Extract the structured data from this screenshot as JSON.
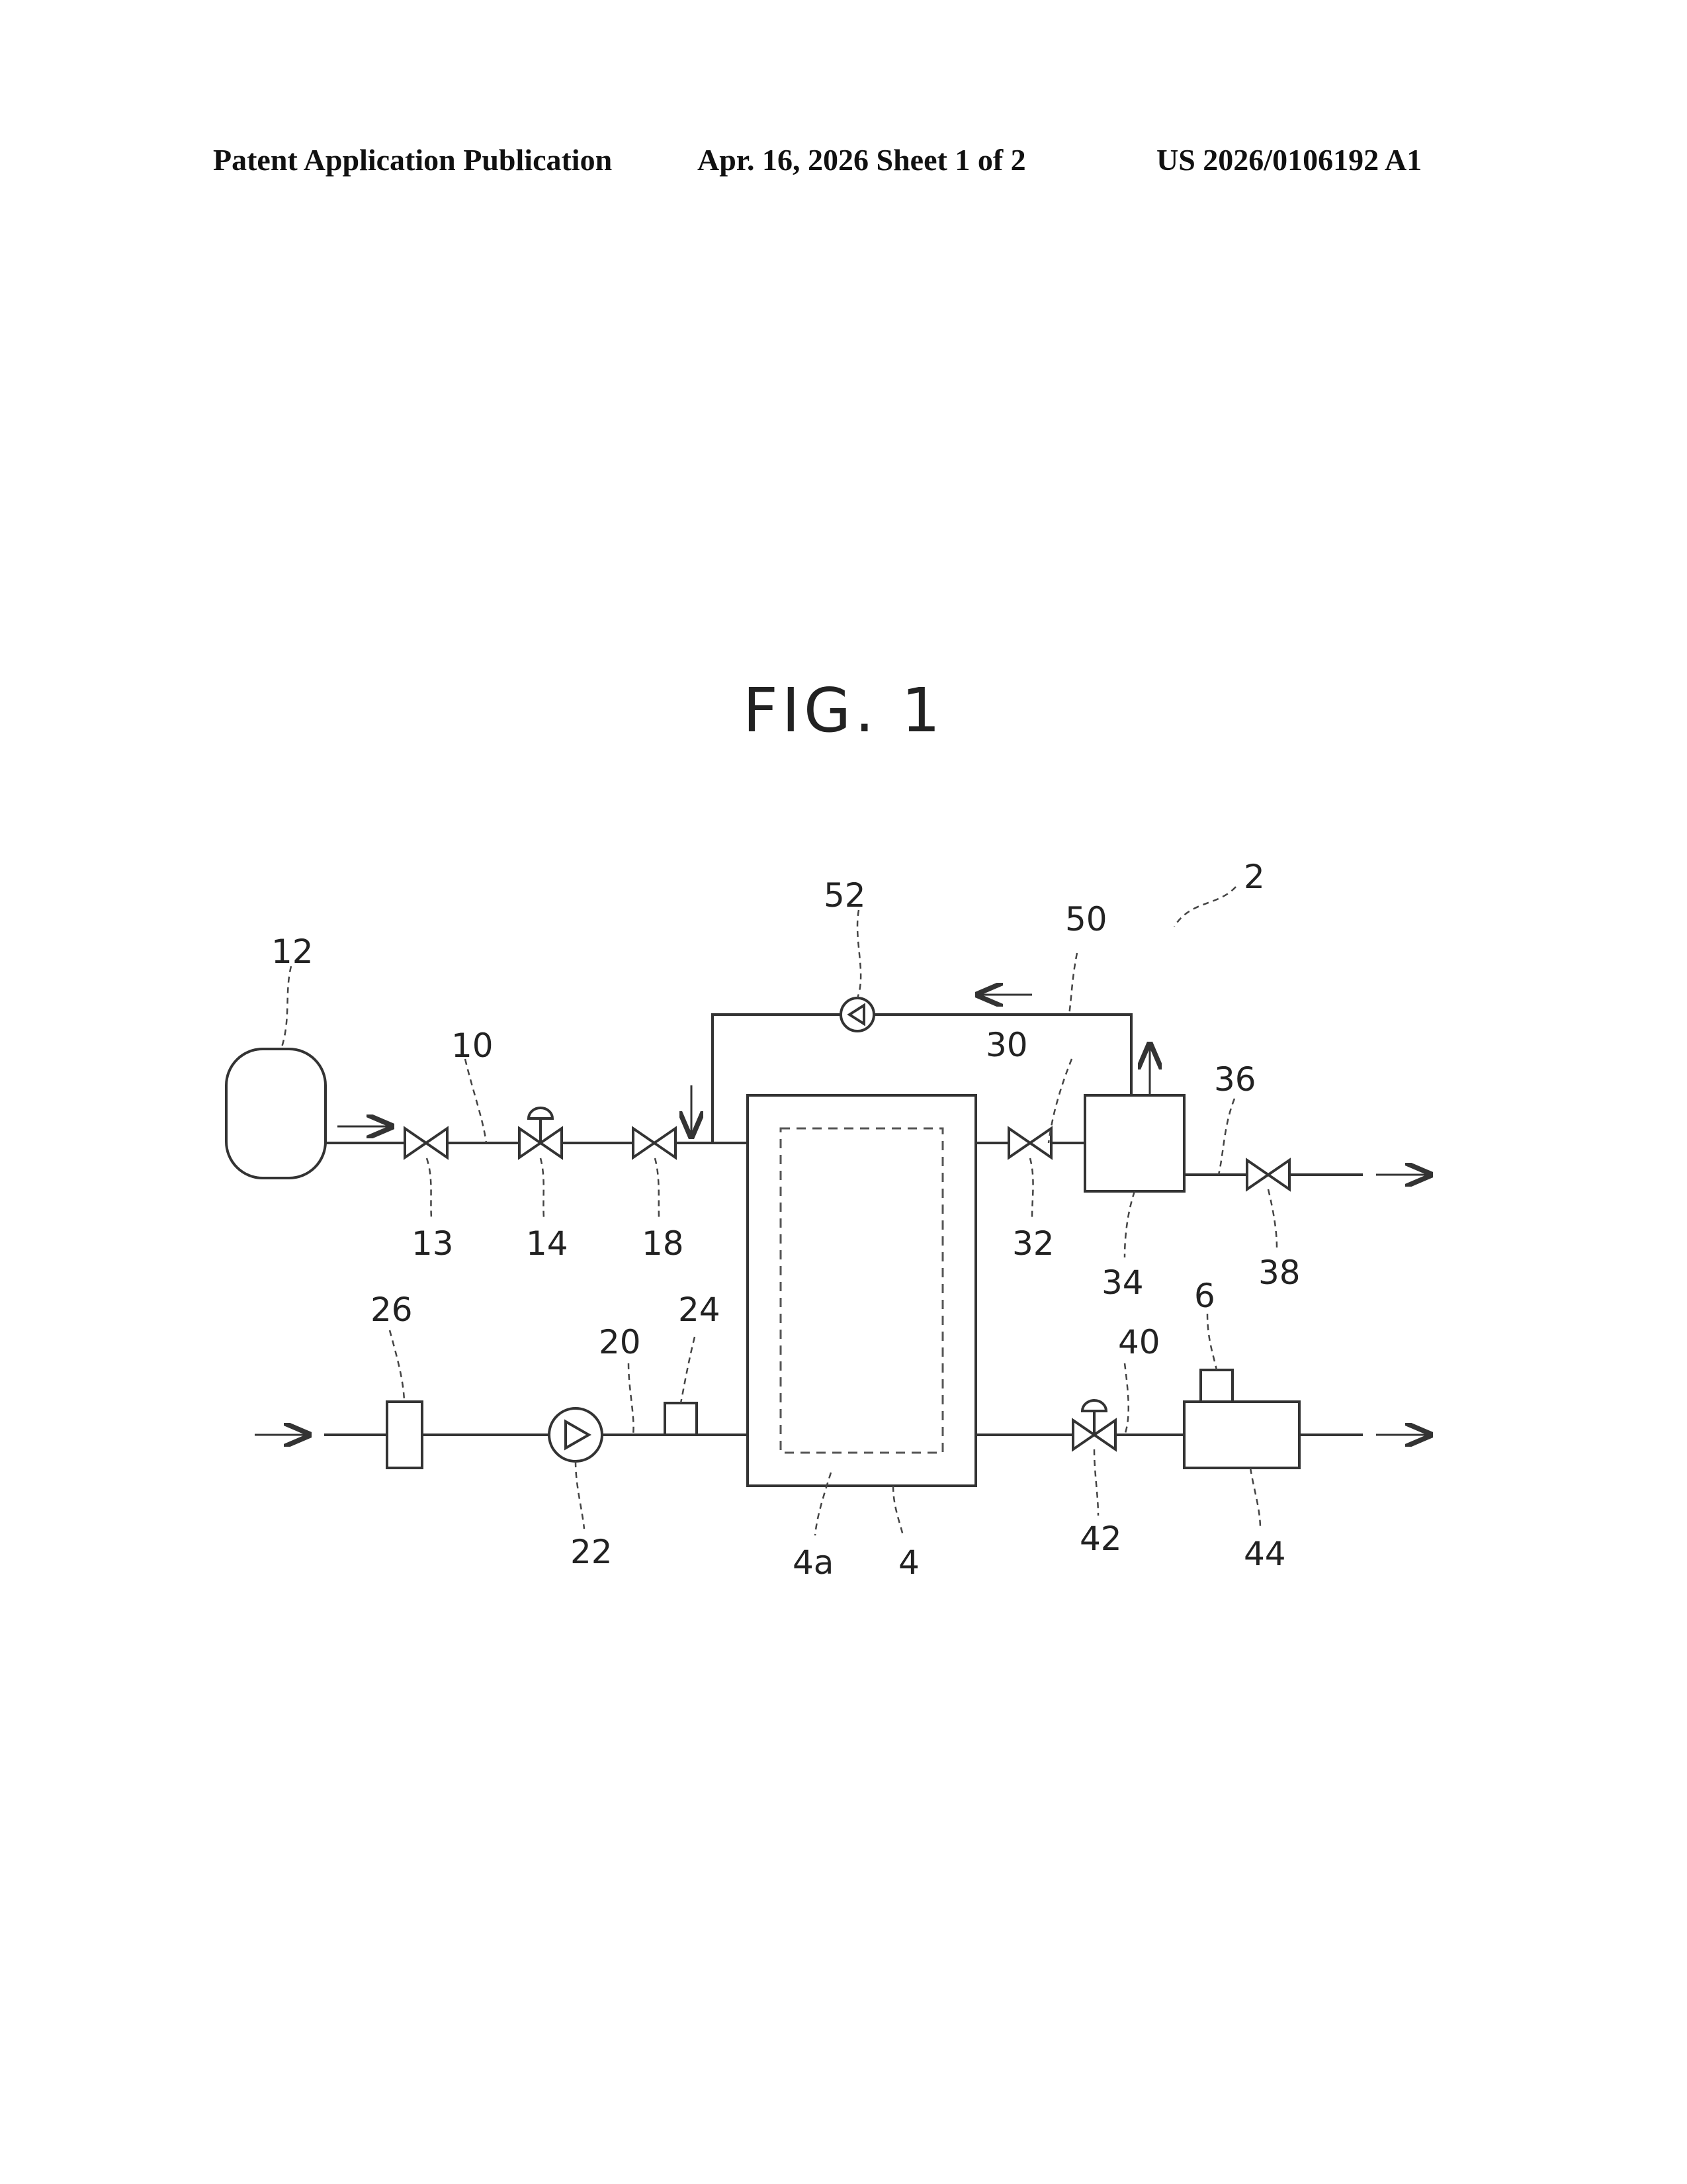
{
  "header": {
    "left": "Patent Application Publication",
    "middle": "Apr. 16, 2026  Sheet 1 of 2",
    "right": "US 2026/0106192 A1"
  },
  "figure": {
    "title": "FIG. 1",
    "labels": {
      "system": "2",
      "vessel": "4",
      "vessel_inner": "4a",
      "sensor": "6",
      "line_10": "10",
      "tank": "12",
      "valve_13": "13",
      "control_valve_14": "14",
      "valve_18": "18",
      "line_20": "20",
      "pump_22": "22",
      "sensor_24": "24",
      "filter_26": "26",
      "line_30": "30",
      "valve_32": "32",
      "separator_34": "34",
      "line_36": "36",
      "valve_38": "38",
      "line_40": "40",
      "control_valve_42": "42",
      "unit_44": "44",
      "line_50": "50",
      "pump_52": "52"
    }
  }
}
